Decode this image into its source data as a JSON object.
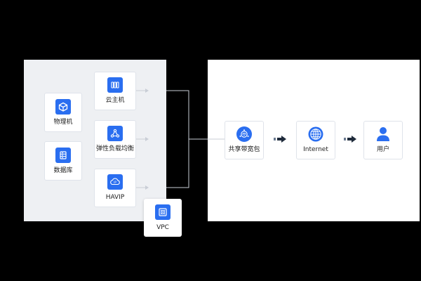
{
  "nodes": {
    "physical": {
      "label": "物理机",
      "icon": "cube-icon"
    },
    "database": {
      "label": "数据库",
      "icon": "database-icon"
    },
    "cvm": {
      "label": "云主机",
      "icon": "server-icon"
    },
    "clb": {
      "label": "弹性负载均衡",
      "icon": "load-balancer-icon"
    },
    "havip": {
      "label": "HAVIP",
      "icon": "cloud-ip-icon"
    },
    "vpc": {
      "label": "VPC",
      "icon": "vpc-icon"
    },
    "bandwidth": {
      "label": "共享带宽包",
      "icon": "bandwidth-icon"
    },
    "internet": {
      "label": "Internet",
      "icon": "globe-icon"
    },
    "user": {
      "label": "用户",
      "icon": "user-icon"
    }
  },
  "colors": {
    "accent": "#2a6ef0",
    "background": "#000000",
    "left_panel": "#eef0f3",
    "right_panel": "#ffffff",
    "connector": "#c9ced6",
    "flow_arrow": "#1e2a3a"
  }
}
